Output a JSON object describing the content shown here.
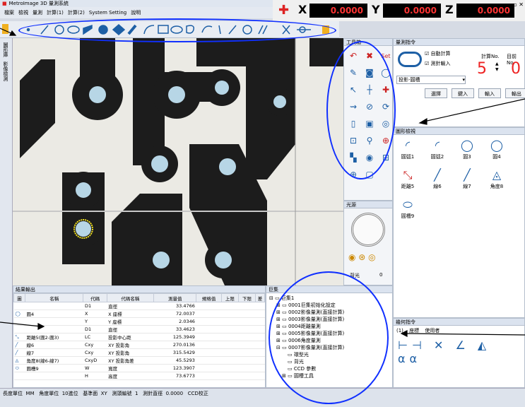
{
  "titlebar": {
    "title": "MetroImage 3D 量測系統"
  },
  "menu": [
    "檔案",
    "檢視",
    "量測",
    "計算(1)",
    "計算(2)",
    "System Setting",
    "說明"
  ],
  "coords": {
    "x_label": "X",
    "x_value": "0.0000",
    "y_label": "Y",
    "y_value": "0.0000",
    "z_label": "Z",
    "z_value": "0.0000"
  },
  "left_tabs": [
    "圖形庫",
    "影像檢測"
  ],
  "tools": {
    "title": "工具箱"
  },
  "measure": {
    "title": "量測指令",
    "auto_calc": "自動計算",
    "measure_input": "測針輸入",
    "calc_no_label": "計算No.",
    "target_no_label": "目前No.",
    "calc_no": "5",
    "target_no": "0",
    "mode": "投影-圓槽",
    "buttons": [
      "選擇",
      "鍵入",
      "輸入",
      "輸出"
    ]
  },
  "gallery": {
    "title": "圖形檢視",
    "items": [
      "圓弧1",
      "圓弧2",
      "圓3",
      "圓4",
      "距離5",
      "線6",
      "線7",
      "角度8",
      "圓槽9"
    ]
  },
  "light": {
    "title": "光源",
    "value": "0",
    "label": "背光"
  },
  "results": {
    "title": "結果輸出",
    "headers": [
      "圖",
      "名稱",
      "代碼",
      "代碼名稱",
      "測量值",
      "規格值",
      "上限",
      "下限",
      "差"
    ],
    "rows": [
      [
        "",
        "",
        "D1",
        "直徑",
        "33.4766",
        "",
        "",
        "",
        ""
      ],
      [
        "",
        "圓4",
        "X",
        "X 座標",
        "72.0037",
        "",
        "",
        "",
        ""
      ],
      [
        "",
        "",
        "Y",
        "Y 座標",
        "2.0346",
        "",
        "",
        "",
        ""
      ],
      [
        "",
        "",
        "D1",
        "直徑",
        "33.4623",
        "",
        "",
        "",
        ""
      ],
      [
        "",
        "距離5(圓2-圓3)",
        "LC",
        "投影中心距",
        "125.3949",
        "",
        "",
        "",
        ""
      ],
      [
        "",
        "線6",
        "Cxy",
        "XY 投影角",
        "270.0136",
        "",
        "",
        "",
        ""
      ],
      [
        "",
        "線7",
        "Cxy",
        "XY 投影角",
        "315.5429",
        "",
        "",
        "",
        ""
      ],
      [
        "",
        "角度8(線6-線7)",
        "CxyD",
        "XY 投影角差",
        "45.5293",
        "",
        "",
        "",
        ""
      ],
      [
        "",
        "圓槽9",
        "W",
        "寬度",
        "123.3907",
        "",
        "",
        "",
        ""
      ],
      [
        "",
        "",
        "H",
        "高度",
        "73.6773",
        "",
        "",
        "",
        ""
      ]
    ]
  },
  "tree": {
    "title": "巨集",
    "nodes": [
      "巨集1",
      "0001巨集初始化設定",
      "0002影像量測(直接計算)",
      "0003影像量測(直接計算)",
      "0004距離量測",
      "0005影像量測(直接計算)",
      "0006角度量測",
      "0007影像量測(直接計算)",
      "環型光",
      "背光",
      "CCD 參數",
      "圓槽工具"
    ]
  },
  "geoctl": {
    "title": "幾何指令",
    "tabs": [
      "(1)",
      "座標",
      "使用者"
    ]
  },
  "status": {
    "items": [
      "長度單位",
      "MM",
      "角度單位",
      "10進位",
      "基準面",
      "XY",
      "測頭編號",
      "1",
      "測針直徑",
      "0.0000",
      "CCD校正"
    ]
  },
  "colors": {
    "accent": "#1d5fa5",
    "annotation": "#1030ff",
    "readout_bg": "#000000",
    "readout_fg": "#ff3333"
  }
}
